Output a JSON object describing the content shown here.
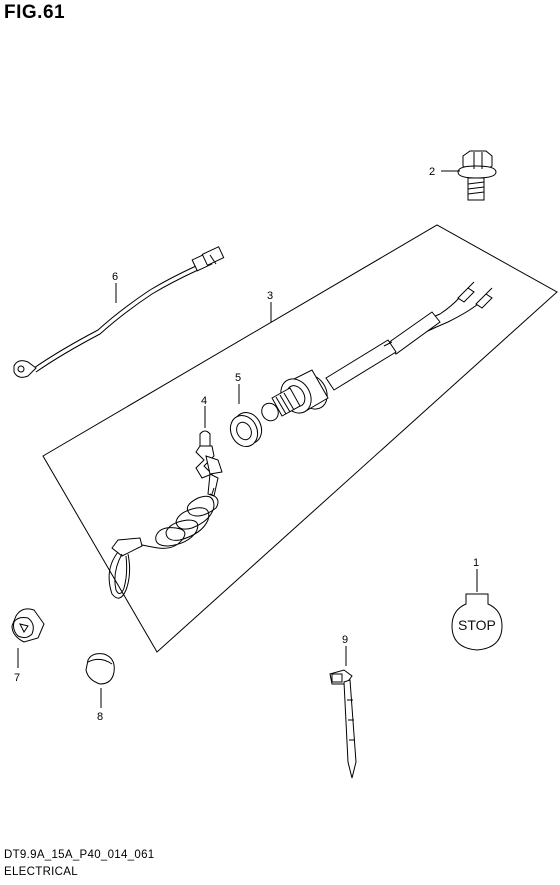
{
  "figure": {
    "title": "FIG.61",
    "code": "DT9.9A_15A_P40_014_061",
    "category": "ELECTRICAL"
  },
  "callouts": [
    {
      "id": "c1",
      "label": "1"
    },
    {
      "id": "c2",
      "label": "2"
    },
    {
      "id": "c3",
      "label": "3"
    },
    {
      "id": "c4",
      "label": "4"
    },
    {
      "id": "c5",
      "label": "5"
    },
    {
      "id": "c6",
      "label": "6"
    },
    {
      "id": "c7",
      "label": "7"
    },
    {
      "id": "c8",
      "label": "8"
    },
    {
      "id": "c9",
      "label": "9"
    }
  ],
  "stop_label": "STOP"
}
